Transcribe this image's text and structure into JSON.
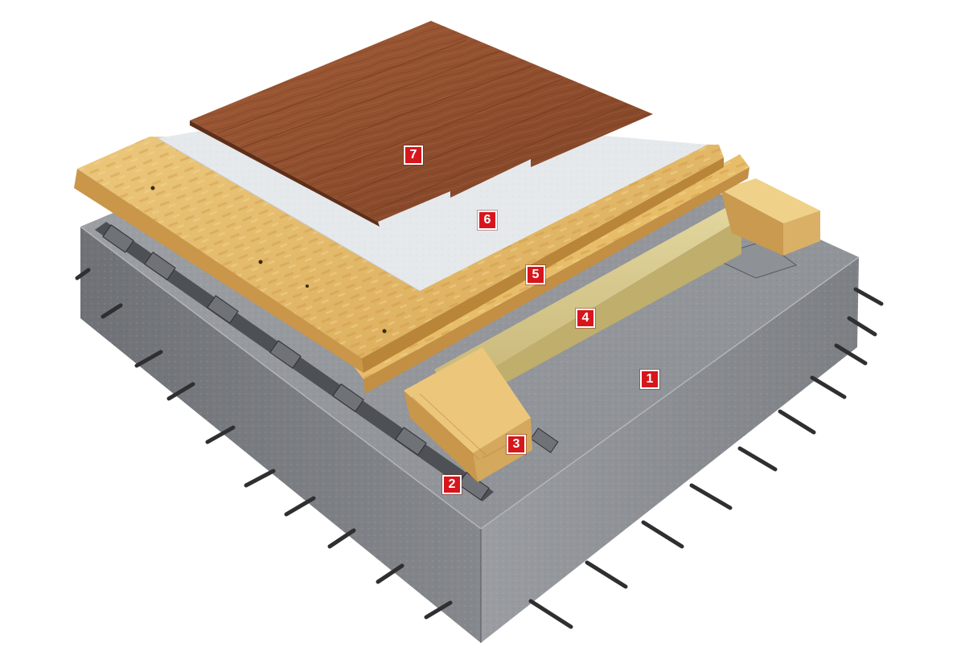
{
  "layers": [
    {
      "id": "1",
      "label": "1",
      "icon": "concrete-slab"
    },
    {
      "id": "2",
      "label": "2",
      "icon": "joist-support-bracket"
    },
    {
      "id": "3",
      "label": "3",
      "icon": "timber-joist"
    },
    {
      "id": "4",
      "label": "4",
      "icon": "mineral-wool-insulation"
    },
    {
      "id": "5",
      "label": "5",
      "icon": "osb-board"
    },
    {
      "id": "6",
      "label": "6",
      "icon": "underlay-membrane"
    },
    {
      "id": "7",
      "label": "7",
      "icon": "wood-floor-covering"
    }
  ],
  "colors": {
    "badge": "#d7161c",
    "badge_text": "#ffffff",
    "concrete": "#8e9196",
    "concrete_dark": "#5d6064",
    "osb": "#e0b560",
    "timber": "#ecc77b",
    "insulation": "#d9c98e",
    "membrane": "#e9ecef",
    "wood_floor": "#93502e",
    "rebar": "#3a3a3c"
  }
}
